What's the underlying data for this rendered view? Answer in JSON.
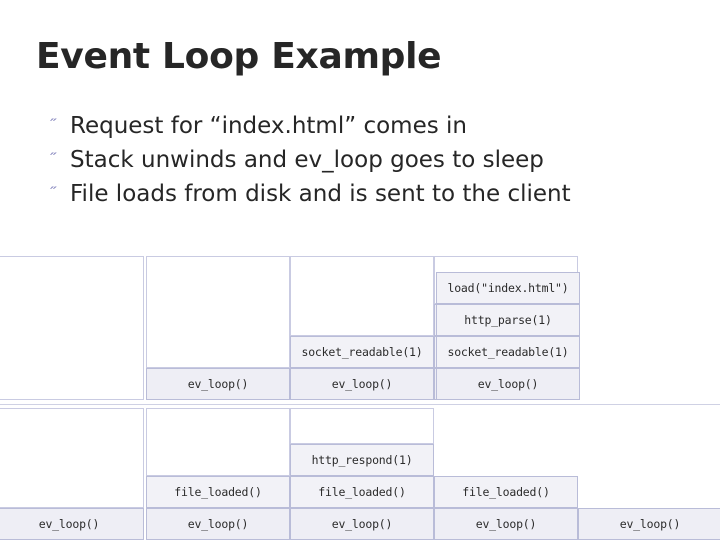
{
  "slide": {
    "title": "Event Loop Example",
    "bullet_marker": "˝",
    "bullets": [
      "Request for “index.html” comes in",
      "Stack unwinds and ev_loop goes to sleep",
      "File loads from disk and is sent to the client"
    ]
  },
  "diagram": {
    "frame_labels": {
      "ev_loop": "ev_loop()",
      "socket_readable": "socket_readable(1)",
      "http_parse": "http_parse(1)",
      "load_index": "load(\"index.html\")",
      "file_loaded": "file_loaded()",
      "http_respond": "http_respond(1)"
    },
    "row1": [
      {
        "frames": []
      },
      {
        "frames": [
          "ev_loop()"
        ]
      },
      {
        "frames": [
          "ev_loop()",
          "socket_readable(1)"
        ]
      },
      {
        "frames": [
          "ev_loop()",
          "socket_readable(1)",
          "http_parse(1)"
        ]
      },
      {
        "frames": [
          "ev_loop()",
          "socket_readable(1)",
          "http_parse(1)",
          "load(\"index.html\")"
        ]
      }
    ],
    "row2": [
      {
        "frames": [
          "ev_loop()"
        ]
      },
      {
        "frames": [
          "ev_loop()",
          "file_loaded()"
        ]
      },
      {
        "frames": [
          "ev_loop()",
          "file_loaded()",
          "http_respond(1)"
        ]
      },
      {
        "frames": [
          "ev_loop()",
          "file_loaded()"
        ]
      },
      {
        "frames": [
          "ev_loop()"
        ]
      }
    ],
    "colors": {
      "frame_fill": "#f2f2f7",
      "frame_border": "#b9bcd8",
      "accent": "#8a8ac0"
    }
  }
}
